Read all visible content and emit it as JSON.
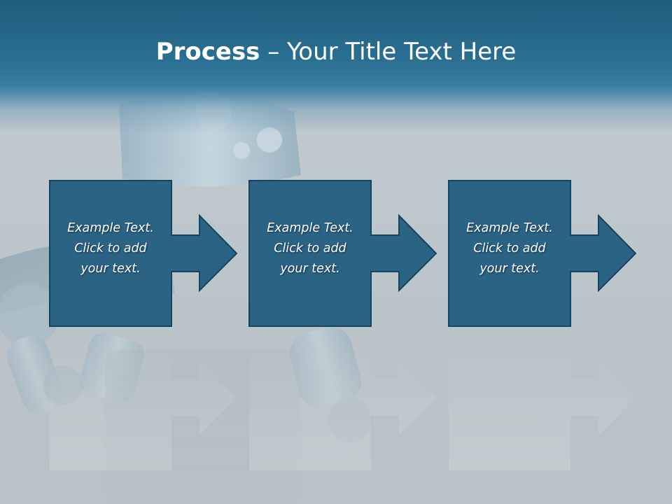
{
  "slide": {
    "title_bold": "Process",
    "title_rest": " – Your Title Text Here"
  },
  "steps": [
    {
      "text": "Example Text.\nClick  to add\nyour text."
    },
    {
      "text": "Example Text.\nClick  to add\nyour text."
    },
    {
      "text": "Example Text.\nClick  to add\nyour text."
    }
  ],
  "colors": {
    "header": "#1f5d7e",
    "box_fill": "#2a6384",
    "box_stroke": "#15445f",
    "background": "#bfc8cd"
  }
}
